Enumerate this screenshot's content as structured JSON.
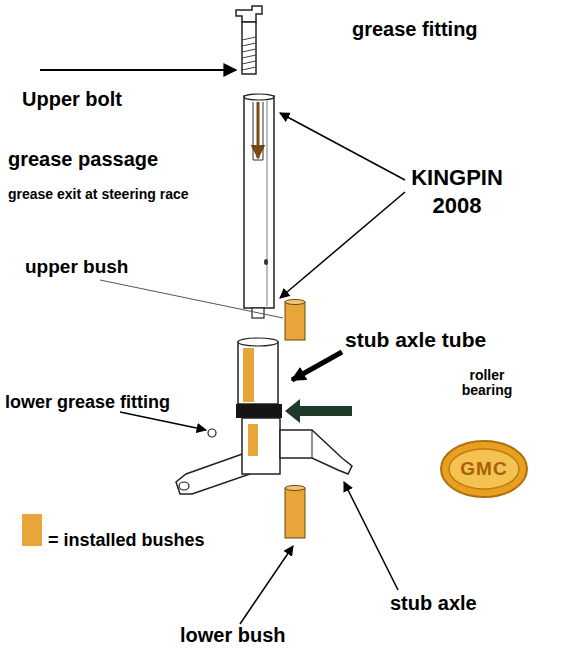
{
  "diagram": {
    "nodes": [
      {
        "text": [
          "GMC"
        ]
      }
    ],
    "edges": [],
    "labels": [
      "grease fitting",
      "Upper bolt",
      "grease passage",
      "grease exit at steering race",
      "KINGPIN 2008",
      "upper bush",
      "stub axle tube",
      "roller bearing",
      "lower grease fitting",
      "stub axle",
      "lower bush"
    ],
    "legend": [
      {
        "text": "= installed bushes",
        "color": "#e8a53a"
      }
    ]
  }
}
